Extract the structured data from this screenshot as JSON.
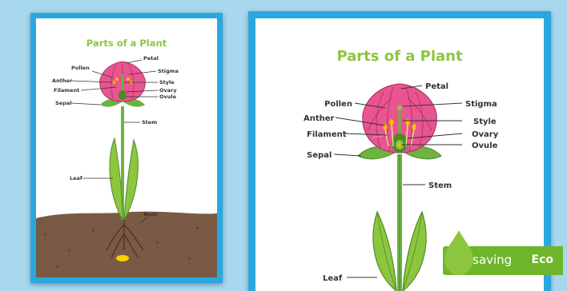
{
  "small_poster": {
    "title": "Parts of a Plant",
    "labels": {
      "petal": "Petal",
      "pollen": "Pollen",
      "stigma": "Stigma",
      "anther": "Anther",
      "style": "Style",
      "filament": "Filament",
      "ovary": "Ovary",
      "ovule": "Ovule",
      "sepal": "Sepal",
      "stem": "Stem",
      "leaf": "Leaf",
      "root": "Root"
    }
  },
  "large_poster": {
    "title": "Parts of a Plant",
    "labels": {
      "petal": "Petal",
      "pollen": "Pollen",
      "stigma": "Stigma",
      "anther": "Anther",
      "style": "Style",
      "filament": "Filament",
      "ovary": "Ovary",
      "ovule": "Ovule",
      "sepal": "Sepal",
      "stem": "Stem",
      "leaf": "Leaf"
    }
  },
  "badge": {
    "text": "ink saving",
    "eco": "Eco"
  },
  "colors": {
    "background": "#a8d8ee",
    "poster_border": "#29a8e0",
    "title": "#8cc63f",
    "petal": "#e8558f",
    "petal_light": "#f28fb6",
    "stem": "#6db33f",
    "soil": "#7a5a44",
    "badge": "#6fb52c"
  }
}
